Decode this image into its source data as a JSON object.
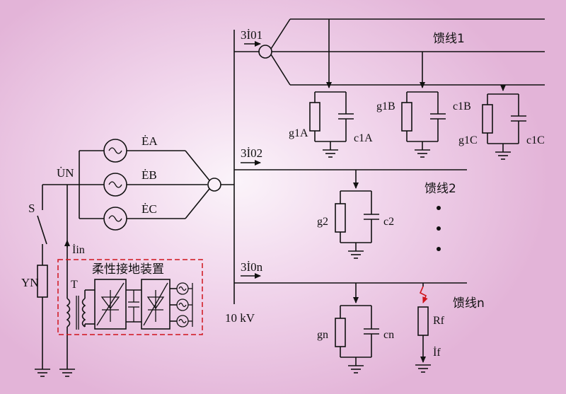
{
  "feeders": {
    "f1": {
      "label": "馈线1",
      "current": "3İ01"
    },
    "f2": {
      "label": "馈线2",
      "current": "3İ02"
    },
    "fn": {
      "label": "馈线n",
      "current": "3İ0n"
    }
  },
  "branches": {
    "g1A": "g1A",
    "c1A": "c1A",
    "g1B": "g1B",
    "c1B": "c1B",
    "g1C": "g1C",
    "c1C": "c1C",
    "g2": "g2",
    "c2": "c2",
    "gn": "gn",
    "cn": "cn",
    "Rf": "Rf",
    "If": "İf"
  },
  "sources": {
    "EA": "ĖA",
    "EB": "ĖB",
    "EC": "ĖC"
  },
  "neutral": {
    "UN": "U̇N",
    "S": "S",
    "YN": "YN",
    "Iin": "İin",
    "T": "T"
  },
  "device_label": "柔性接地装置",
  "bus_voltage": "10 kV"
}
